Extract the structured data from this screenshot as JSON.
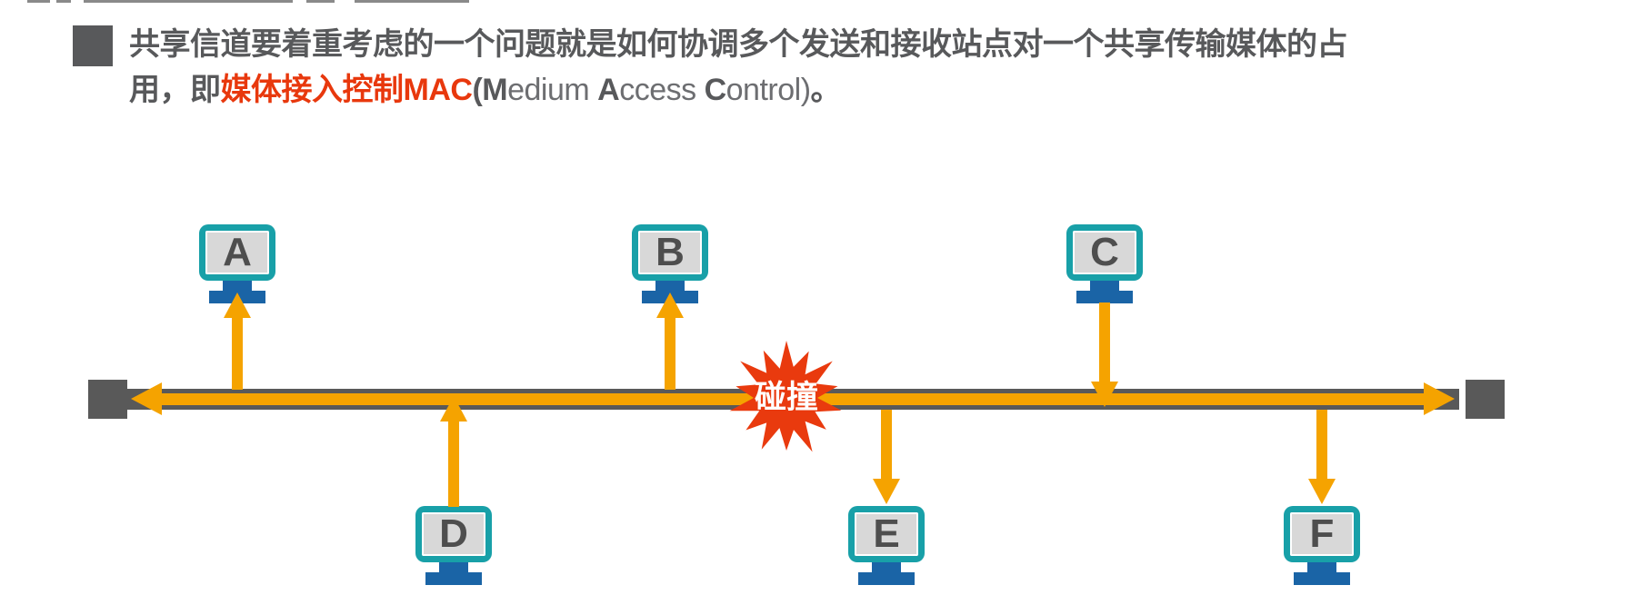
{
  "colors": {
    "accentTeal": "#18a0a8",
    "screenGray": "#d8d8d8",
    "letterGray": "#4e4e4e",
    "standBlue": "#1a64a6",
    "busGray": "#595959",
    "signalOrange": "#f5a300",
    "starRed": "#e93a0e",
    "textGray": "#58595b",
    "textRed": "#e8380d",
    "textLightGray": "#6d6e71"
  },
  "headline": {
    "line1_segments": [
      {
        "t": "共享信道要着重考虑的一个问题就是如何协调多个发送和接收站点对一个共享传输媒体的占",
        "s": "bold-gray"
      }
    ],
    "line2_segments": [
      {
        "t": "用，即",
        "s": "bold-gray"
      },
      {
        "t": "媒体接入控制MAC",
        "s": "bold-red"
      },
      {
        "t": "(M",
        "s": "bold-gray"
      },
      {
        "t": "edium ",
        "s": "light-gray"
      },
      {
        "t": "A",
        "s": "bold-gray"
      },
      {
        "t": "ccess ",
        "s": "light-gray"
      },
      {
        "t": "C",
        "s": "bold-gray"
      },
      {
        "t": "ontrol)",
        "s": "light-gray"
      },
      {
        "t": "。",
        "s": "bold-gray"
      }
    ]
  },
  "diagram": {
    "collision_label": "碰撞",
    "stations": [
      {
        "label": "A",
        "position": "top",
        "signal": "receiving"
      },
      {
        "label": "B",
        "position": "top",
        "signal": "receiving"
      },
      {
        "label": "C",
        "position": "top",
        "signal": "sending"
      },
      {
        "label": "D",
        "position": "bottom",
        "signal": "sending"
      },
      {
        "label": "E",
        "position": "bottom",
        "signal": "receiving"
      },
      {
        "label": "F",
        "position": "bottom",
        "signal": "receiving"
      }
    ]
  }
}
